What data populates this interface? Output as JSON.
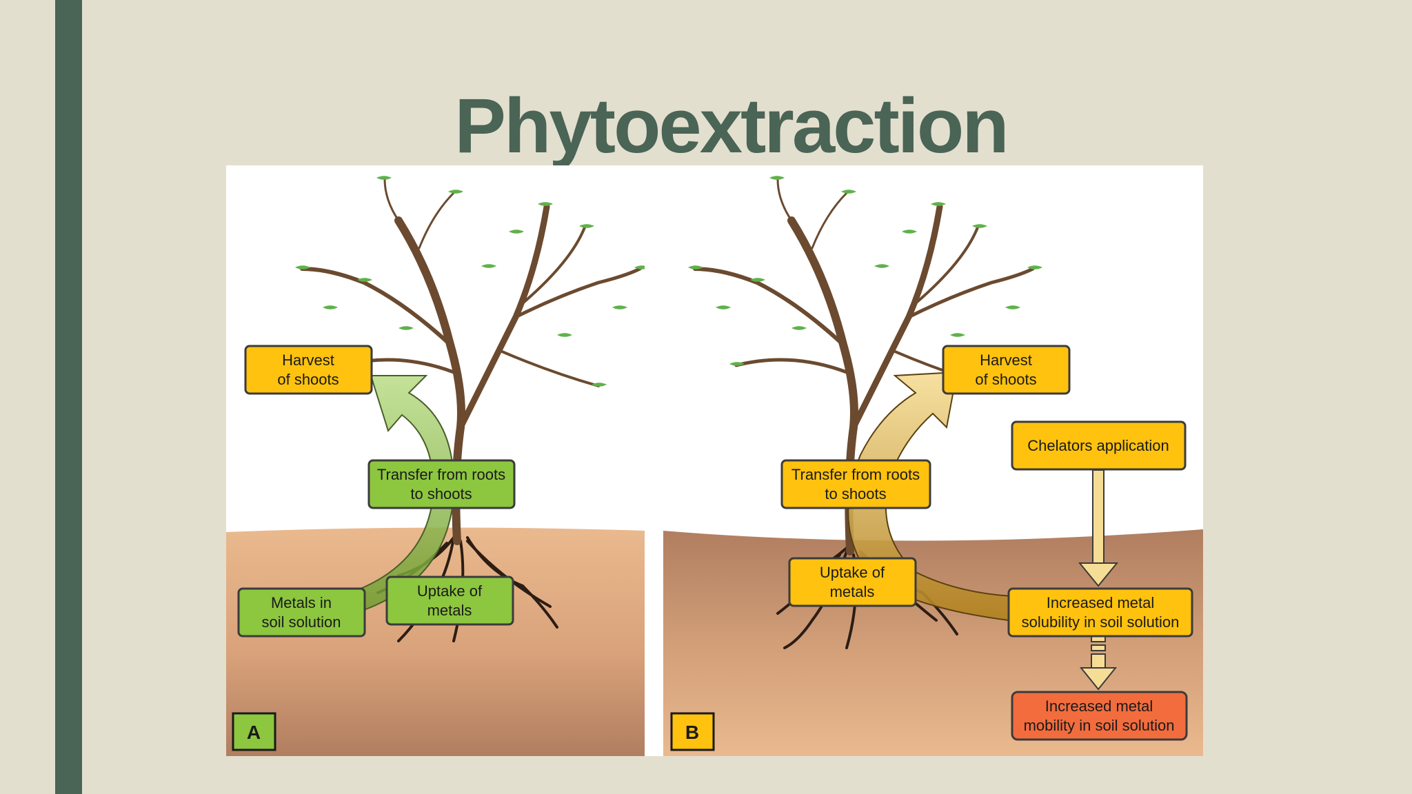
{
  "slide": {
    "title": "Phytoextraction"
  },
  "colors": {
    "sidebar": "#4a6455",
    "title": "#4a6455",
    "background": "#e3dfcf",
    "green_box": "#8dc63f",
    "yellow_box": "#ffc20e",
    "orange_box": "#f26c3e",
    "soil_light": "#eab98e",
    "soil_dark": "#b07e60"
  },
  "panel_a": {
    "badge": "A",
    "harvest": [
      "Harvest",
      "of shoots"
    ],
    "transfer": [
      "Transfer from roots",
      "to shoots"
    ],
    "metals": [
      "Metals in",
      "soil solution"
    ],
    "uptake": [
      "Uptake of",
      "metals"
    ]
  },
  "panel_b": {
    "badge": "B",
    "harvest": [
      "Harvest",
      "of shoots"
    ],
    "chelators": "Chelators application",
    "transfer": [
      "Transfer from roots",
      "to shoots"
    ],
    "uptake": [
      "Uptake of",
      "metals"
    ],
    "solubility": [
      "Increased metal",
      "solubility in soil solution"
    ],
    "mobility": [
      "Increased metal",
      "mobility in soil solution"
    ]
  }
}
